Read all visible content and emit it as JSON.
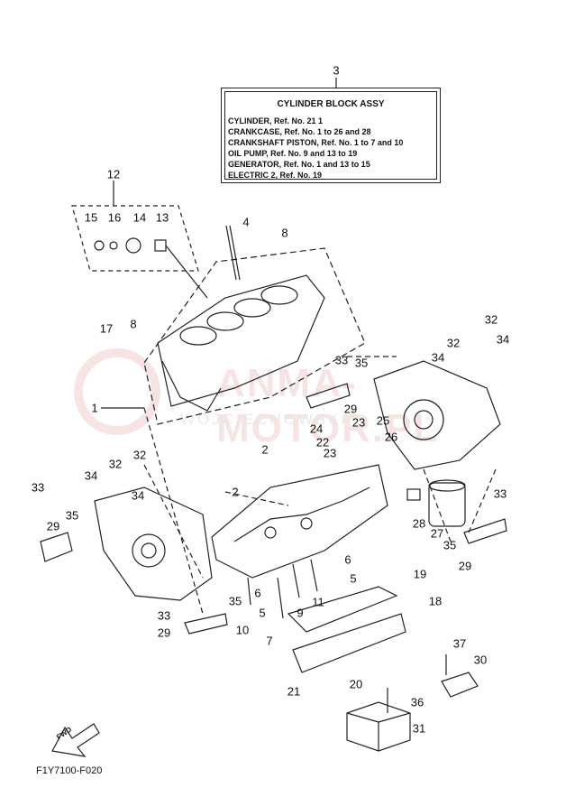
{
  "assembly_box": {
    "ref": "3",
    "title": "CYLINDER BLOCK ASSY",
    "lines": [
      "CYLINDER,  Ref. No. 21  1",
      "CRANKCASE,  Ref. No. 1 to 26 and 28",
      "CRANKSHAFT PISTON,  Ref. No. 1 to 7 and 10",
      "OIL PUMP,  Ref. No. 9 and 13 to 19",
      "GENERATOR,  Ref. No. 1 and 13 to 15",
      "ELECTRIC 2,  Ref. No. 19"
    ]
  },
  "callouts": [
    "12",
    "15",
    "16",
    "14",
    "13",
    "4",
    "8",
    "17",
    "8",
    "1",
    "32",
    "34",
    "32",
    "34",
    "33",
    "35",
    "29",
    "24",
    "23",
    "25",
    "22",
    "26",
    "23",
    "2",
    "2",
    "32",
    "34",
    "32",
    "33",
    "35",
    "34",
    "33",
    "29",
    "28",
    "27",
    "35",
    "29",
    "6",
    "5",
    "6",
    "5",
    "9",
    "11",
    "10",
    "7",
    "19",
    "18",
    "33",
    "35",
    "29",
    "37",
    "30",
    "21",
    "20",
    "36",
    "31"
  ],
  "fwd_label": "FWD",
  "diagram_code": "F1Y7100-F020",
  "watermark": {
    "brand": "ANMA-MOTOR.PL",
    "sub": "WOJCIECHOWSKI"
  }
}
